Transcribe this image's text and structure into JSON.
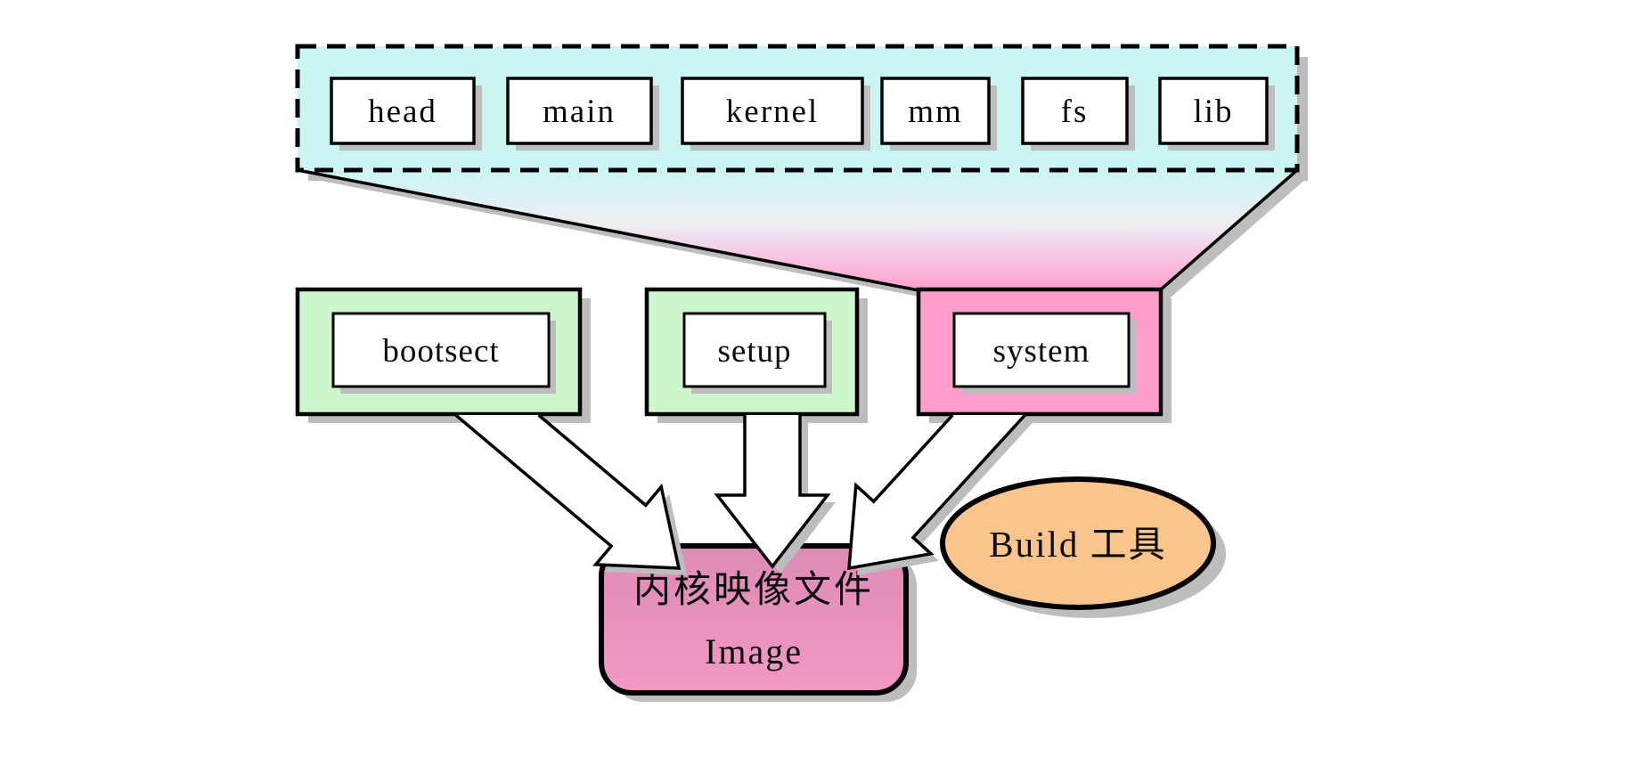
{
  "modules": [
    "head",
    "main",
    "kernel",
    "mm",
    "fs",
    "lib"
  ],
  "components": [
    "bootsect",
    "setup",
    "system"
  ],
  "image_box": {
    "label_zh": "内核映像文件",
    "label_en": "Image"
  },
  "build_tool": {
    "label": "Build 工具"
  },
  "colors": {
    "background": "#FFFFFF",
    "container_cyan": "#CBF5F3",
    "component_green": "#CDF6CD",
    "component_pink": "#FF9ECD",
    "funnel_top": "#CBF5F3",
    "funnel_middle": "#EEEDF3",
    "funnel_bottom": "#FF9ED0",
    "image_box_top": "#DE8AB7",
    "image_box_bottom": "#F299C4",
    "image_text": "#3A1028",
    "build_tool_fill": "#FAC48D",
    "node_fill": "#FFFFFF",
    "outline": "#000000",
    "shadow": "#BDBDBD"
  }
}
